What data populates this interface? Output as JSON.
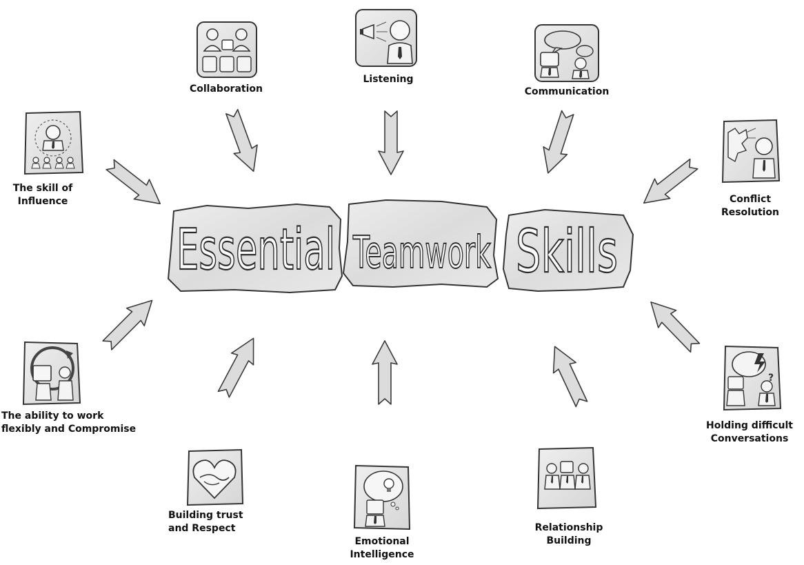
{
  "title": {
    "word1": "Essential",
    "word2": "Teamwork",
    "word3": "Skills"
  },
  "skills": {
    "collaboration": {
      "line1": "Collaboration"
    },
    "listening": {
      "line1": "Listening"
    },
    "communication": {
      "line1": "Communication"
    },
    "influence": {
      "line1": "The skill of",
      "line2": "Influence"
    },
    "conflict": {
      "line1": "Conflict",
      "line2": "Resolution"
    },
    "flexibility": {
      "line1": "The ability to work",
      "line2": "flexibly and Compromise"
    },
    "difficult_conversations": {
      "line1": "Holding difficult",
      "line2": "Conversations"
    },
    "trust": {
      "line1": "Building trust",
      "line2": "and Respect"
    },
    "emotional": {
      "line1": "Emotional",
      "line2": "Intelligence"
    },
    "relationship": {
      "line1": "Relationship",
      "line2": "Building"
    }
  },
  "icons": {
    "collaboration": "collaboration-icon",
    "listening": "megaphone-listener-icon",
    "communication": "speech-bubbles-icon",
    "influence": "presenter-audience-icon",
    "conflict": "conflict-icon",
    "flexibility": "cycle-arrows-icon",
    "difficult_conversations": "lightning-question-icon",
    "trust": "heart-handshake-icon",
    "emotional": "lightbulb-thought-icon",
    "relationship": "linked-people-icon"
  },
  "colors": {
    "ink": "#2a2a2a",
    "panel": "#e6e6e6",
    "arrow": "#dadada"
  }
}
